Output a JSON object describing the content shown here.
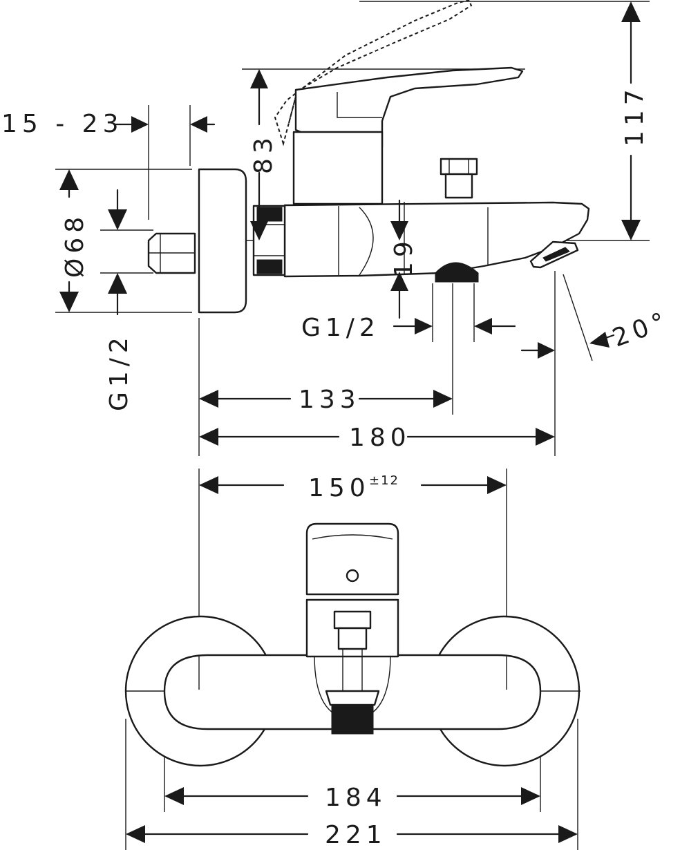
{
  "dimensions": {
    "d_15_23": "15 - 23",
    "d_83": "83",
    "d_117": "117",
    "d_68": "Ø68",
    "d_g12_left": "G1/2",
    "d_19": "19",
    "d_g12_spout": "G1/2",
    "d_20deg": "20°",
    "d_133": "133",
    "d_180": "180",
    "d_150": "150",
    "d_150_tol": "±12",
    "d_184": "184",
    "d_221": "221"
  }
}
